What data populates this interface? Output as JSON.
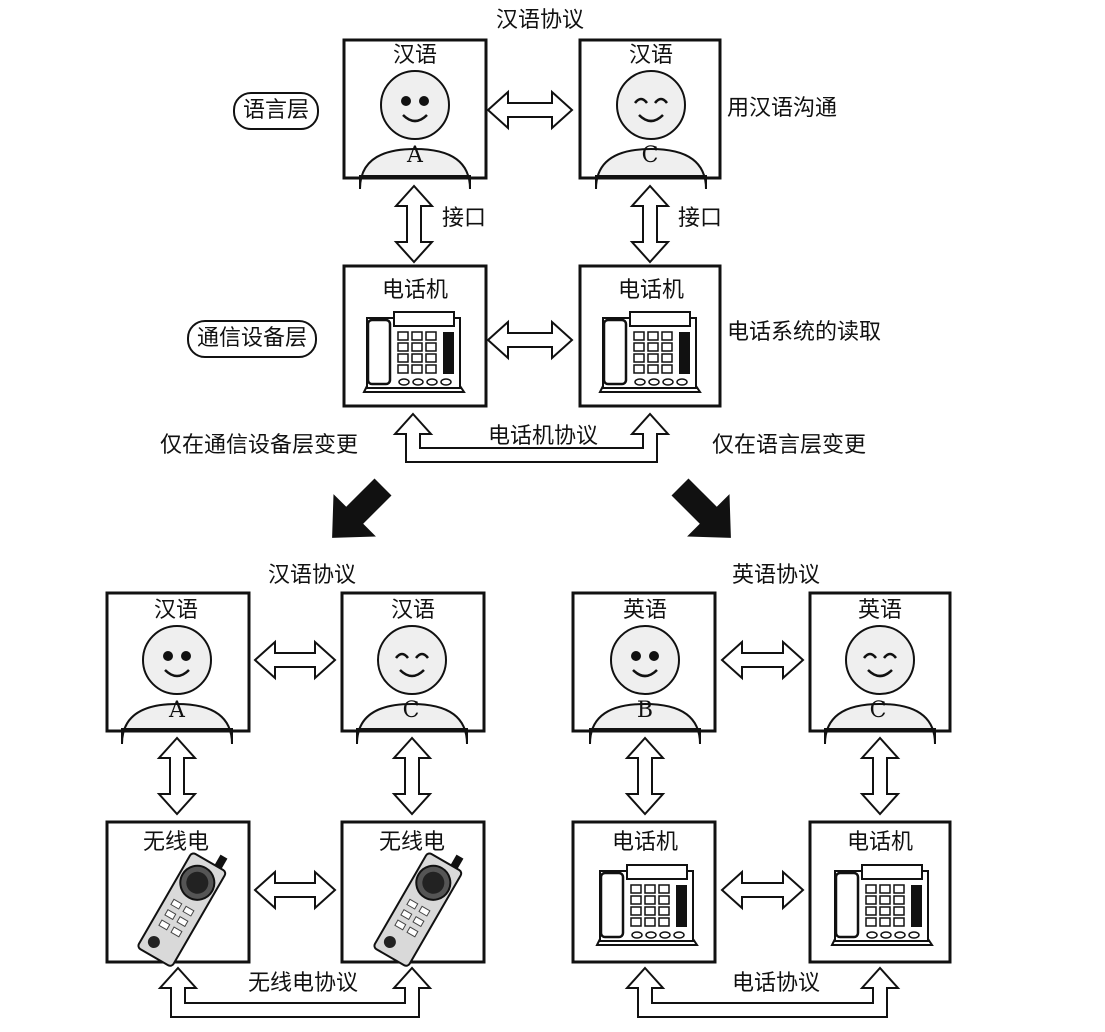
{
  "top": {
    "protocol_label": "汉语协议",
    "person_left": {
      "title": "汉语",
      "letter": "A"
    },
    "person_right": {
      "title": "汉语",
      "letter": "C"
    },
    "phone_left_title": "电话机",
    "phone_right_title": "电话机",
    "language_layer_label": "语言层",
    "device_layer_label": "通信设备层",
    "language_desc": "用汉语沟通",
    "device_desc": "电话系统的读取",
    "interface_left": "接口",
    "interface_right": "接口",
    "phone_protocol_label": "电话机协议",
    "change_device_only": "仅在通信设备层变更",
    "change_language_only": "仅在语言层变更"
  },
  "bottom_left": {
    "protocol_label": "汉语协议",
    "person_left": {
      "title": "汉语",
      "letter": "A"
    },
    "person_right": {
      "title": "汉语",
      "letter": "C"
    },
    "device_left_title": "无线电",
    "device_right_title": "无线电",
    "radio_protocol_label": "无线电协议"
  },
  "bottom_right": {
    "protocol_label": "英语协议",
    "person_left": {
      "title": "英语",
      "letter": "B"
    },
    "person_right": {
      "title": "英语",
      "letter": "C"
    },
    "phone_left_title": "电话机",
    "phone_right_title": "电话机",
    "phone_protocol_label": "电话协议"
  },
  "colors": {
    "line": "#111111",
    "face_fill": "#efefef",
    "arrow_fill": "#ffffff",
    "device_fill": "#d9d9d9"
  }
}
